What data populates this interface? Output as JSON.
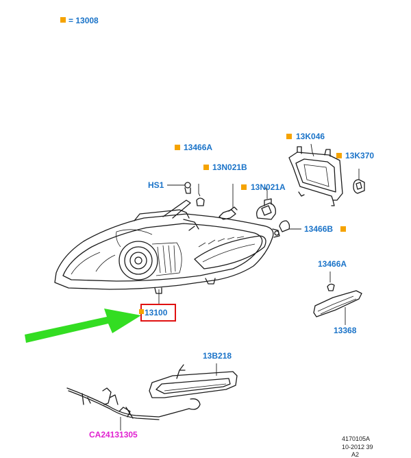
{
  "legend": {
    "text": "= 13008",
    "marker_color": "#f5a300"
  },
  "colors": {
    "label": "#1a73c8",
    "marker": "#f5a300",
    "arrow": "#33dd22",
    "highlight_box": "#e01010",
    "ca_label": "#e020d0",
    "line": "#1a1a1a"
  },
  "labels": {
    "l13466a_top": "13466A",
    "l13n021b": "13N021B",
    "lhs1": "HS1",
    "l13n021a": "13N021A",
    "l13k046": "13K046",
    "l13k370": "13K370",
    "l13466b": "13466B",
    "l13466a_side": "13466A",
    "l13368": "13368",
    "l13100": "13100",
    "l13b218": "13B218",
    "lca": "CA24131305"
  },
  "footer": {
    "code": "4170105A",
    "date": "10-2012 39",
    "rev": "A2"
  }
}
